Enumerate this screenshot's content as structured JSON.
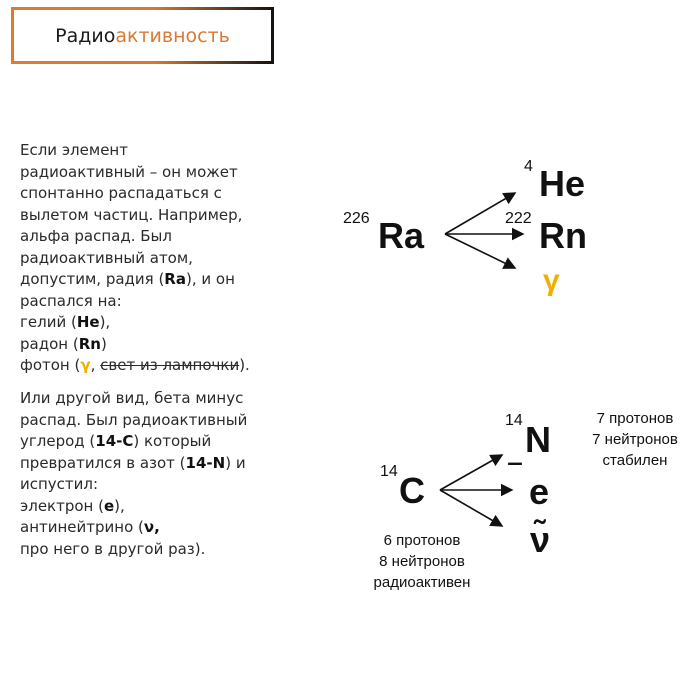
{
  "title": {
    "part1": "Радио",
    "part2": "активность"
  },
  "para1": {
    "lines1": "Если элемент\nрадиоактивный – он может\nспонтанно распадаться с\nвылетом частиц. Например,\nальфа распад. Был\nрадиоактивный атом,\nдопустим, радия (",
    "ra": "Ra",
    "after_ra": "), и он\nраспался на:\nгелий (",
    "he": "He",
    "after_he": "),\nрадон (",
    "rn": "Rn",
    "after_rn": ")\nфотон (",
    "gamma": "γ",
    "comma": ", ",
    "struck": "свет из лампочки",
    "end": ")."
  },
  "para2": {
    "t1": "Или другой вид, бета минус\nраспад. Был радиоактивный\nуглерод (",
    "c": "14-C",
    "t2": ") который\nпревратился в азот (",
    "n": "14-N",
    "t3": ") и\nиспустил:\nэлектрон (",
    "e": "e",
    "t4": "),\nантинейтрино (",
    "nu": "ν,",
    "t5": "\nпро него в другой раз)."
  },
  "alpha": {
    "parent_mass": "226",
    "parent": "Ra",
    "p1_mass": "4",
    "p1": "He",
    "p2_mass": "222",
    "p2": "Rn",
    "p3": "γ"
  },
  "beta": {
    "parent_mass": "14",
    "parent": "C",
    "p1_mass": "14",
    "p1": "N",
    "p2_sign": "‾",
    "p2": "e",
    "p3": "ν̃",
    "n_info": [
      "7 протонов",
      "7 нейтронов",
      "стабилен"
    ],
    "c_info": [
      "6 протонов",
      "8 нейтронов",
      "радиоактивен"
    ]
  },
  "colors": {
    "accent": "#d97a35",
    "gamma": "#f0b000"
  }
}
